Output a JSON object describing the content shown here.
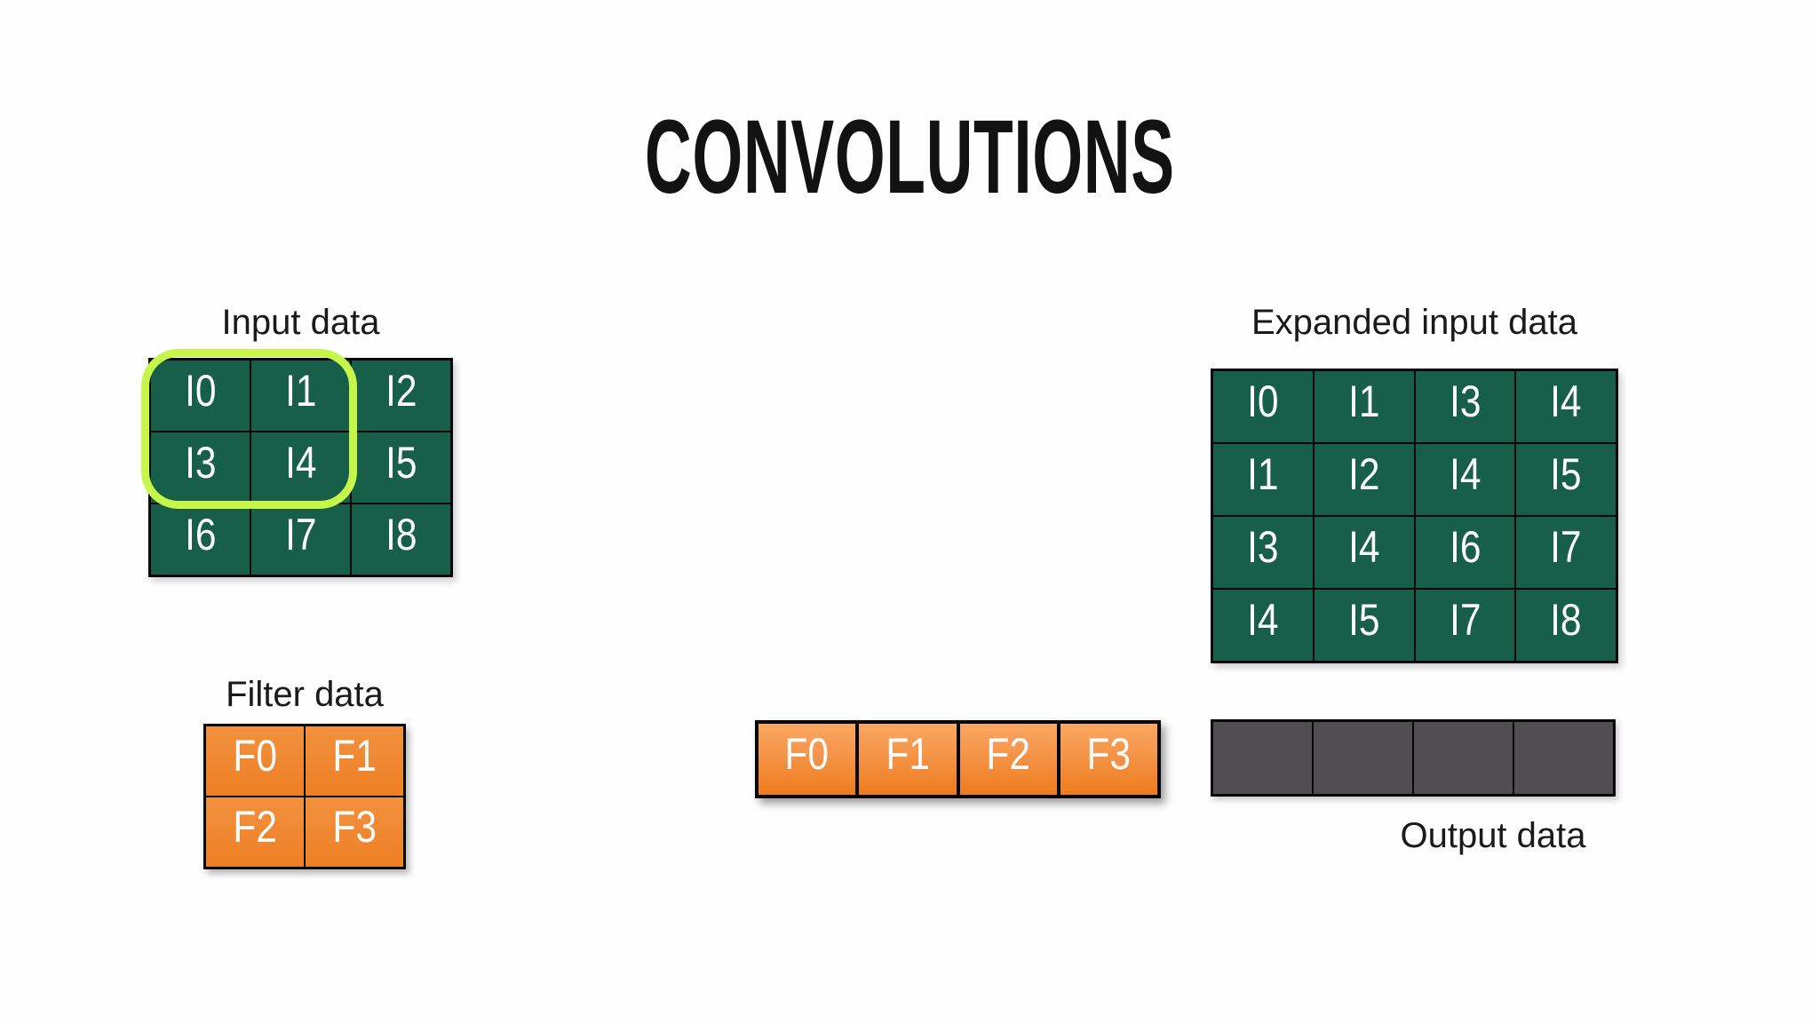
{
  "title": "CONVOLUTIONS",
  "colors": {
    "background": "#FEFEFE",
    "input_cell_green": "#175F48",
    "filter_cell_orange": "#EF8530",
    "filter_row_orange_top": "#FBA761",
    "filter_row_orange_bottom": "#EE7B1C",
    "output_cell_gray": "#504D50",
    "window_highlight": "#C7F64B",
    "grid_border": "#060606",
    "cell_text": "#FBFBFB",
    "label_text": "#1A1A1A"
  },
  "input_grid": {
    "label": "Input data",
    "cells": [
      [
        "I0",
        "I1",
        "I2"
      ],
      [
        "I3",
        "I4",
        "I5"
      ],
      [
        "I6",
        "I7",
        "I8"
      ]
    ],
    "highlighted_window": [
      "I0",
      "I1",
      "I3",
      "I4"
    ]
  },
  "filter_grid": {
    "label": "Filter data",
    "cells": [
      [
        "F0",
        "F1"
      ],
      [
        "F2",
        "F3"
      ]
    ]
  },
  "filter_row": {
    "cells": [
      "F0",
      "F1",
      "F2",
      "F3"
    ]
  },
  "expanded_grid": {
    "label": "Expanded input data",
    "cells": [
      [
        "I0",
        "I1",
        "I3",
        "I4"
      ],
      [
        "I1",
        "I2",
        "I4",
        "I5"
      ],
      [
        "I3",
        "I4",
        "I6",
        "I7"
      ],
      [
        "I4",
        "I5",
        "I7",
        "I8"
      ]
    ]
  },
  "output_row": {
    "label": "Output data",
    "cells": [
      "",
      "",
      "",
      ""
    ]
  }
}
